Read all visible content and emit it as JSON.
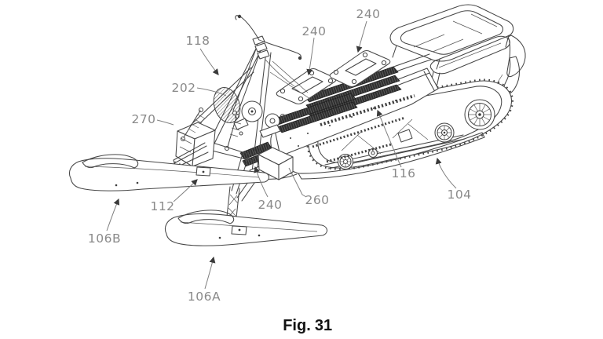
{
  "figure": {
    "caption_label": "Fig.",
    "caption_number": "31"
  },
  "reference_labels": {
    "n118": "118",
    "n202": "202",
    "n270": "270",
    "n240_top": "240",
    "n240_right": "240",
    "n240_mid": "240",
    "n260": "260",
    "n112": "112",
    "n106B": "106B",
    "n106A": "106A",
    "n116": "116",
    "n104": "104"
  },
  "colors": {
    "background": "#ffffff",
    "line": "#464646",
    "label_text": "#8a8a8a",
    "leader": "#808080",
    "dark_fill": "#2e2e2e",
    "caption_text": "#121212"
  }
}
